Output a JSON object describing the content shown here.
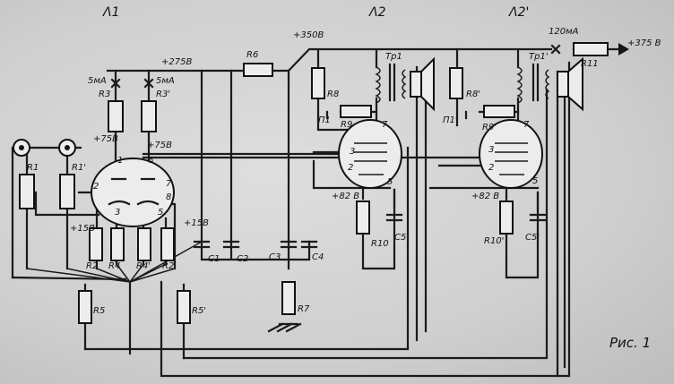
{
  "diagram": {
    "caption": "Рис. 1",
    "stages": {
      "a1": "Λ1",
      "a2": "Λ2",
      "a2p": "Λ2'"
    },
    "voltages": {
      "v350": "+350В",
      "v375": "+375 В",
      "v275": "+275В",
      "v75a": "+75В",
      "v75b": "+75В",
      "v15a": "+15В",
      "v15b": "+15В",
      "v82a": "+82 В",
      "v82b": "+82 В",
      "ma5a": "5мА",
      "ma5b": "5мА",
      "ma120": "120мА"
    },
    "resistors": {
      "r1": "R1",
      "r1p": "R1'",
      "r2": "R2",
      "r2p": "R2'",
      "r3": "R3",
      "r3p": "R3'",
      "r4": "R4",
      "r4p": "R4'",
      "r5": "R5",
      "r5p": "R5'",
      "r6": "R6",
      "r7": "R7",
      "r8": "R8",
      "r8p": "R8'",
      "r9": "R9",
      "r9p": "R9'",
      "r10": "R10",
      "r10p": "R10'",
      "r11": "R11"
    },
    "capacitors": {
      "c1": "C1",
      "c2": "C2",
      "c3": "C3",
      "c4": "C4",
      "c5": "C5",
      "c5p": "C5'"
    },
    "switches": {
      "p1": "П1",
      "p1p": "П1'"
    },
    "transformers": {
      "tr1": "Тр1",
      "tr1p": "Тр1'"
    },
    "pins": {
      "p1": "1",
      "p2": "2",
      "p3": "3",
      "p5": "5",
      "p6": "6",
      "p7": "7",
      "p8": "8",
      "t2": "2",
      "t3": "3",
      "t5": "5",
      "t7": "7",
      "u2": "2",
      "u3": "3",
      "u5": "5",
      "u7": "7"
    }
  }
}
